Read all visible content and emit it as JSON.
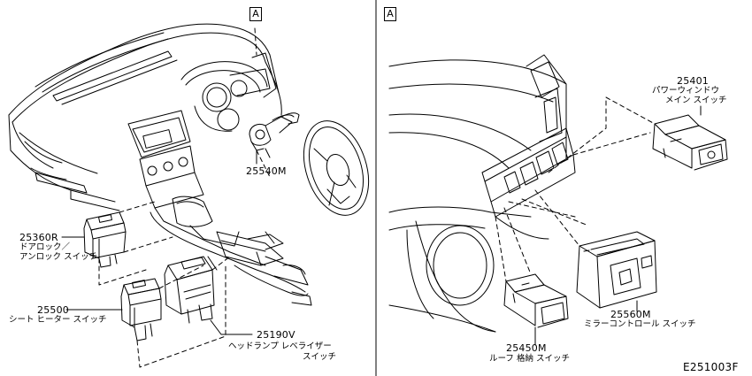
{
  "view_marker": "A",
  "parts": {
    "p25540": {
      "number": "25540M",
      "desc": []
    },
    "p25360": {
      "number": "25360R",
      "desc": [
        "ドアロック／",
        "アンロック スイッチ"
      ]
    },
    "p25500": {
      "number": "25500",
      "desc": [
        "シート ヒーター スイッチ"
      ]
    },
    "p25190": {
      "number": "25190V",
      "desc": [
        "ヘッドランプ レベライザー",
        "スイッチ"
      ]
    },
    "p25401": {
      "number": "25401",
      "desc": [
        "パワーウィンドウ",
        "メイン スイッチ"
      ]
    },
    "p25560": {
      "number": "25560M",
      "desc": [
        "ミラーコントロール スイッチ"
      ]
    },
    "p25450": {
      "number": "25450M",
      "desc": [
        "ルーフ 格納 スイッチ"
      ]
    }
  },
  "figure_code": "E251003F"
}
